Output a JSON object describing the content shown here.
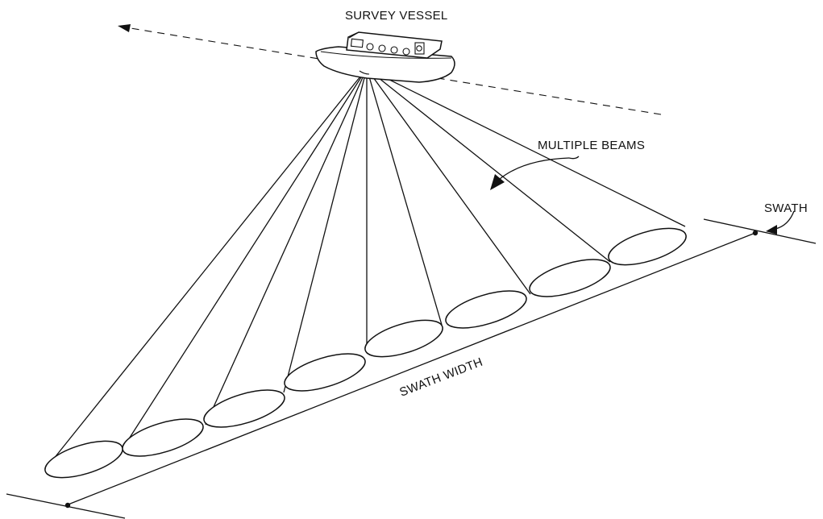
{
  "labels": {
    "survey_vessel": "SURVEY VESSEL",
    "multiple_beams": "MULTIPLE BEAMS",
    "swath": "SWATH",
    "swath_width": "SWATH WIDTH"
  },
  "beams": 8,
  "colors": {
    "line": "#111111",
    "background": "#ffffff"
  }
}
